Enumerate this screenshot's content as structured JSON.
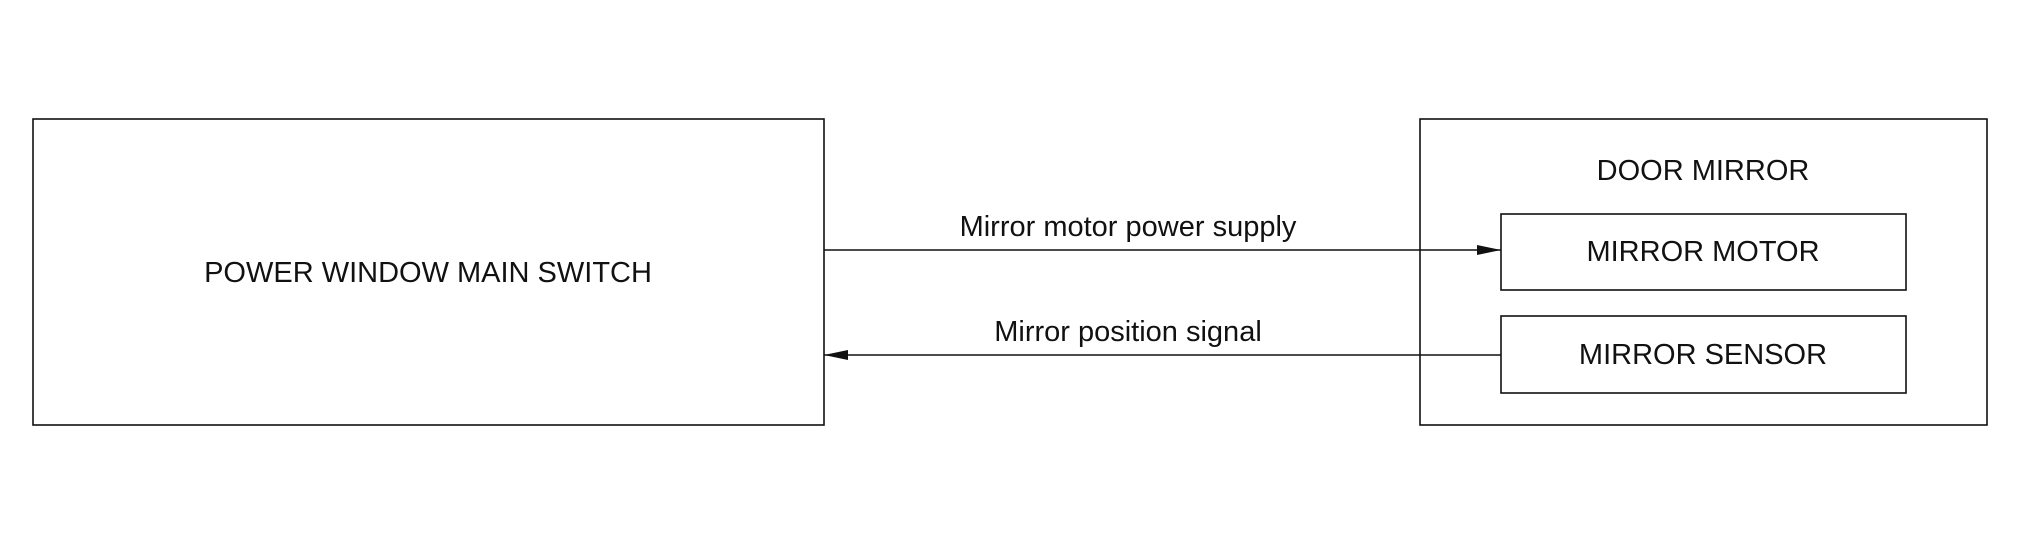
{
  "blocks": {
    "main_switch": {
      "label": "POWER WINDOW MAIN SWITCH"
    },
    "door_mirror": {
      "label": "DOOR MIRROR"
    },
    "mirror_motor": {
      "label": "MIRROR MOTOR"
    },
    "mirror_sensor": {
      "label": "MIRROR SENSOR"
    }
  },
  "signals": {
    "motor_power": {
      "label": "Mirror motor power supply",
      "from": "POWER WINDOW MAIN SWITCH",
      "to": "MIRROR MOTOR"
    },
    "position": {
      "label": "Mirror position signal",
      "from": "MIRROR SENSOR",
      "to": "POWER WINDOW MAIN SWITCH"
    }
  },
  "colors": {
    "line": "#111111",
    "background": "#ffffff"
  }
}
